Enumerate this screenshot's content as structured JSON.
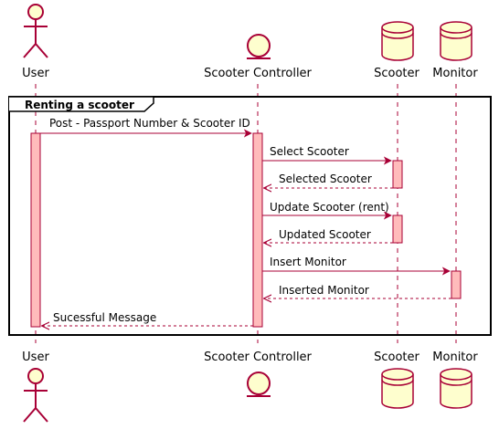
{
  "colors": {
    "arrow": "#A80036",
    "participant_fill": "#FEFECE",
    "participant_stroke": "#A80036",
    "activation_fill": "#FFBBBB",
    "lifeline": "#A80036",
    "frame_stroke": "#000000",
    "text": "#000000"
  },
  "participants": [
    {
      "id": "user",
      "name": "User",
      "kind": "actor"
    },
    {
      "id": "controller",
      "name": "Scooter Controller",
      "kind": "entity"
    },
    {
      "id": "scooter",
      "name": "Scooter",
      "kind": "database"
    },
    {
      "id": "monitor",
      "name": "Monitor",
      "kind": "database"
    }
  ],
  "frame": {
    "title": "Renting a scooter"
  },
  "messages": [
    {
      "from": "user",
      "to": "controller",
      "label": "Post - Passport Number & Scooter ID",
      "style": "solid"
    },
    {
      "from": "controller",
      "to": "scooter",
      "label": "Select Scooter",
      "style": "solid"
    },
    {
      "from": "scooter",
      "to": "controller",
      "label": "Selected Scooter",
      "style": "dashed"
    },
    {
      "from": "controller",
      "to": "scooter",
      "label": "Update Scooter (rent)",
      "style": "solid"
    },
    {
      "from": "scooter",
      "to": "controller",
      "label": "Updated Scooter",
      "style": "dashed"
    },
    {
      "from": "controller",
      "to": "monitor",
      "label": "Insert Monitor",
      "style": "solid"
    },
    {
      "from": "monitor",
      "to": "controller",
      "label": "Inserted Monitor",
      "style": "dashed"
    },
    {
      "from": "controller",
      "to": "user",
      "label": "Sucessful Message",
      "style": "dashed"
    }
  ]
}
